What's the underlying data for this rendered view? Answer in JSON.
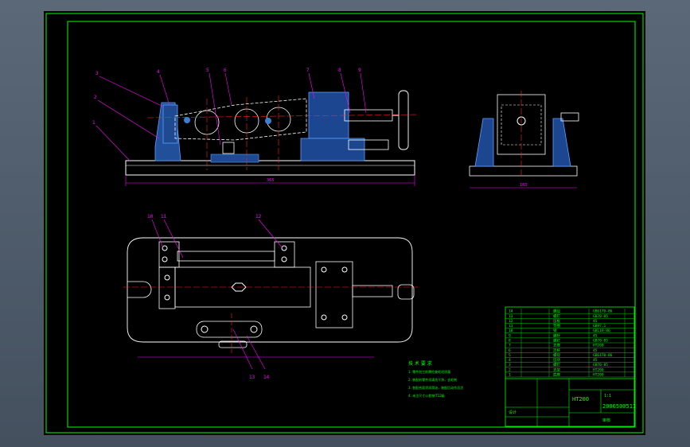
{
  "drawing": {
    "colors": {
      "background": "#000000",
      "frame": "#00ff00",
      "outline": "#ffffff",
      "hatch": "#3a7fd0",
      "leader": "#ff00ff",
      "dimension": "#ff00ff",
      "centerline": "#ff2222",
      "text": "#00ff00"
    },
    "balloons_front": [
      "3",
      "2",
      "1",
      "4",
      "5",
      "6",
      "7",
      "8",
      "9"
    ],
    "balloons_top": [
      "10",
      "11",
      "12",
      "13",
      "14"
    ],
    "dims": {
      "front_length": "365",
      "side_width": "160"
    },
    "notes": {
      "title": "技 术 要 求",
      "lines": [
        "1. 零件加工前需检查毛坯质量",
        "2. 装配前零件须清洗干净，去毛刺",
        "3. 各配合面涂润滑油，装配后动作灵活",
        "4. 未注尺寸公差按IT12级"
      ]
    },
    "title_block": {
      "material": "HT200",
      "drawing_no": "2006500511",
      "scale_label": "1:1",
      "check_label": "审核",
      "designer_label": "设计",
      "rows": [
        {
          "no": "14",
          "name": "螺母",
          "std": "GB6170-86"
        },
        {
          "no": "13",
          "name": "螺钉",
          "std": "GB70-85"
        },
        {
          "no": "12",
          "name": "压板",
          "std": "45"
        },
        {
          "no": "11",
          "name": "垫圈",
          "std": "GB97.1"
        },
        {
          "no": "10",
          "name": "销",
          "std": "GB119-86"
        },
        {
          "no": "9",
          "name": "螺杆",
          "std": "45"
        },
        {
          "no": "8",
          "name": "螺钉",
          "std": "GB70-85"
        },
        {
          "no": "7",
          "name": "支座",
          "std": "HT200"
        },
        {
          "no": "6",
          "name": "连杆",
          "std": "45"
        },
        {
          "no": "5",
          "name": "螺母",
          "std": "GB6170-86"
        },
        {
          "no": "4",
          "name": "压块",
          "std": "45"
        },
        {
          "no": "3",
          "name": "螺钉",
          "std": "GB70-85"
        },
        {
          "no": "2",
          "name": "支架",
          "std": "HT200"
        },
        {
          "no": "1",
          "name": "底座",
          "std": "HT200"
        }
      ]
    }
  }
}
